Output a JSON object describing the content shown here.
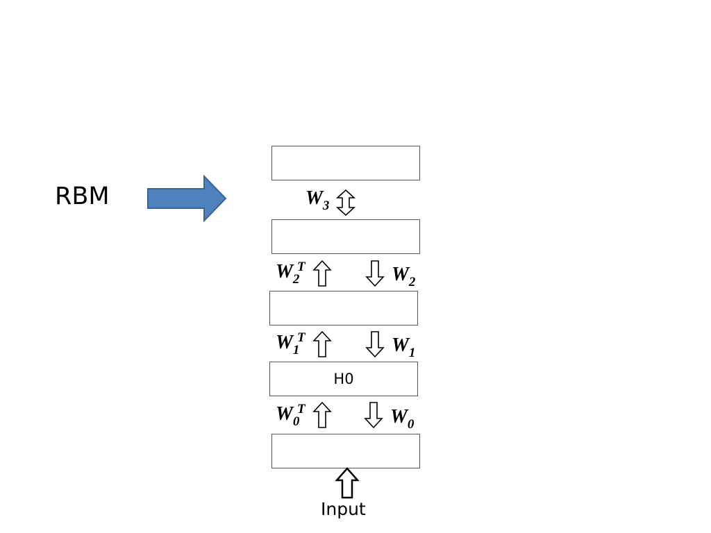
{
  "rbm_label": "RBM",
  "layers": [
    {
      "id": "top",
      "text": ""
    },
    {
      "id": "h3",
      "text": ""
    },
    {
      "id": "h2",
      "text": ""
    },
    {
      "id": "h1",
      "text": "H0"
    },
    {
      "id": "input",
      "text": ""
    }
  ],
  "weights": {
    "w3": {
      "base": "W",
      "sub": "3"
    },
    "w2t": {
      "base": "W",
      "sub": "2",
      "sup": "T"
    },
    "w2": {
      "base": "W",
      "sub": "2"
    },
    "w1t": {
      "base": "W",
      "sub": "1",
      "sup": "T"
    },
    "w1": {
      "base": "W",
      "sub": "1"
    },
    "w0t": {
      "base": "W",
      "sub": "0",
      "sup": "T"
    },
    "w0": {
      "base": "W",
      "sub": "0"
    }
  },
  "input_label": "Input",
  "colors": {
    "rbm_arrow_fill": "#4F81BD",
    "rbm_arrow_stroke": "#3A6494",
    "box_border": "#555555"
  }
}
